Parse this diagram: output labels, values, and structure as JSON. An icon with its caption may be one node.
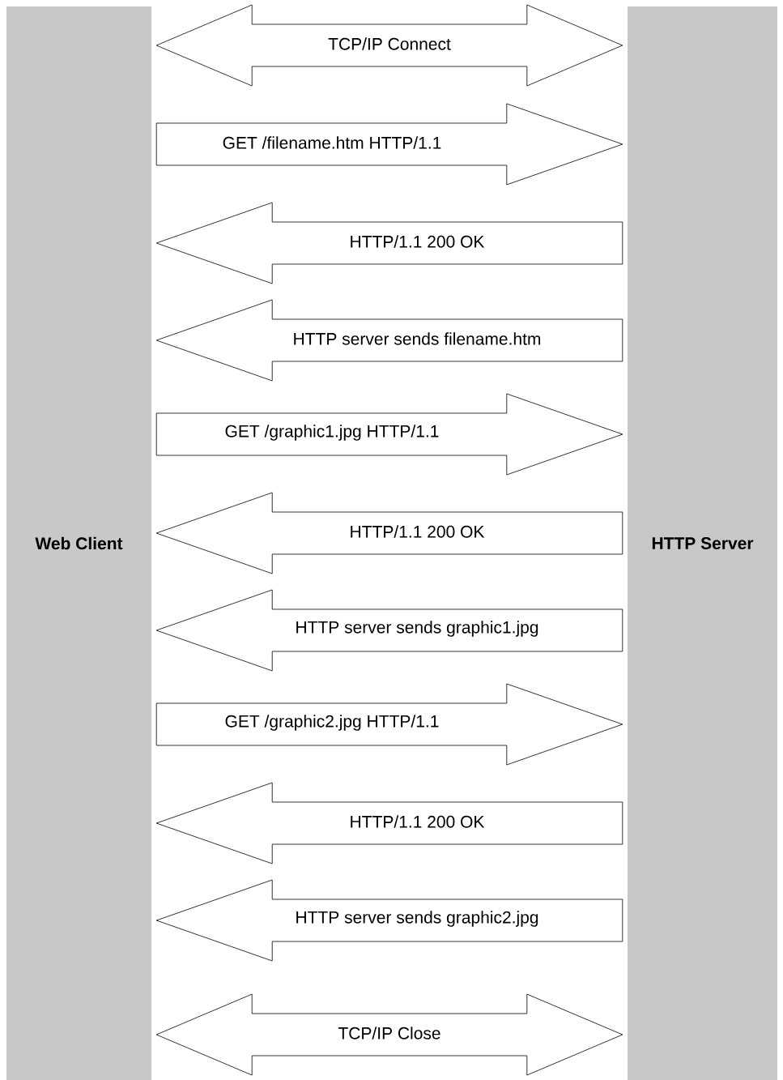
{
  "diagram": {
    "nodes": [
      {
        "text": [
          "Web Client"
        ]
      },
      {
        "text": [
          "HTTP Server"
        ]
      }
    ],
    "edges": [
      {
        "from": 0,
        "to": 1,
        "arrow": "both",
        "label": "TCP/IP Connect"
      },
      {
        "from": 0,
        "to": 1,
        "arrow": "to",
        "label": "GET /filename.htm HTTP/1.1"
      },
      {
        "from": 1,
        "to": 0,
        "arrow": "to",
        "label": "HTTP/1.1 200 OK"
      },
      {
        "from": 1,
        "to": 0,
        "arrow": "to",
        "label": "HTTP server sends filename.htm"
      },
      {
        "from": 0,
        "to": 1,
        "arrow": "to",
        "label": "GET /graphic1.jpg HTTP/1.1"
      },
      {
        "from": 1,
        "to": 0,
        "arrow": "to",
        "label": "HTTP/1.1 200 OK"
      },
      {
        "from": 1,
        "to": 0,
        "arrow": "to",
        "label": "HTTP server sends graphic1.jpg"
      },
      {
        "from": 0,
        "to": 1,
        "arrow": "to",
        "label": "GET /graphic2.jpg HTTP/1.1"
      },
      {
        "from": 1,
        "to": 0,
        "arrow": "to",
        "label": "HTTP/1.1 200 OK"
      },
      {
        "from": 1,
        "to": 0,
        "arrow": "to",
        "label": "HTTP server sends graphic2.jpg"
      },
      {
        "from": 0,
        "to": 1,
        "arrow": "both",
        "label": "TCP/IP Close"
      }
    ]
  }
}
